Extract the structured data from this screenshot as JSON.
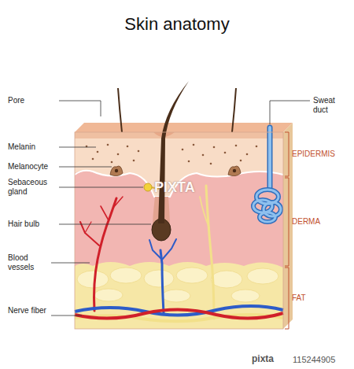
{
  "diagram": {
    "title": "Skin anatomy",
    "labels": [
      "Pore",
      "Melanin",
      "Melanocyte",
      "Sebaceous gland",
      "Hair bulb",
      "Blood vessels",
      "Nerve fiber",
      "Sweat duct",
      "EPIDERMIS",
      "DERMA",
      "FAT",
      "PIXTA",
      "pixta",
      "115244905"
    ]
  }
}
